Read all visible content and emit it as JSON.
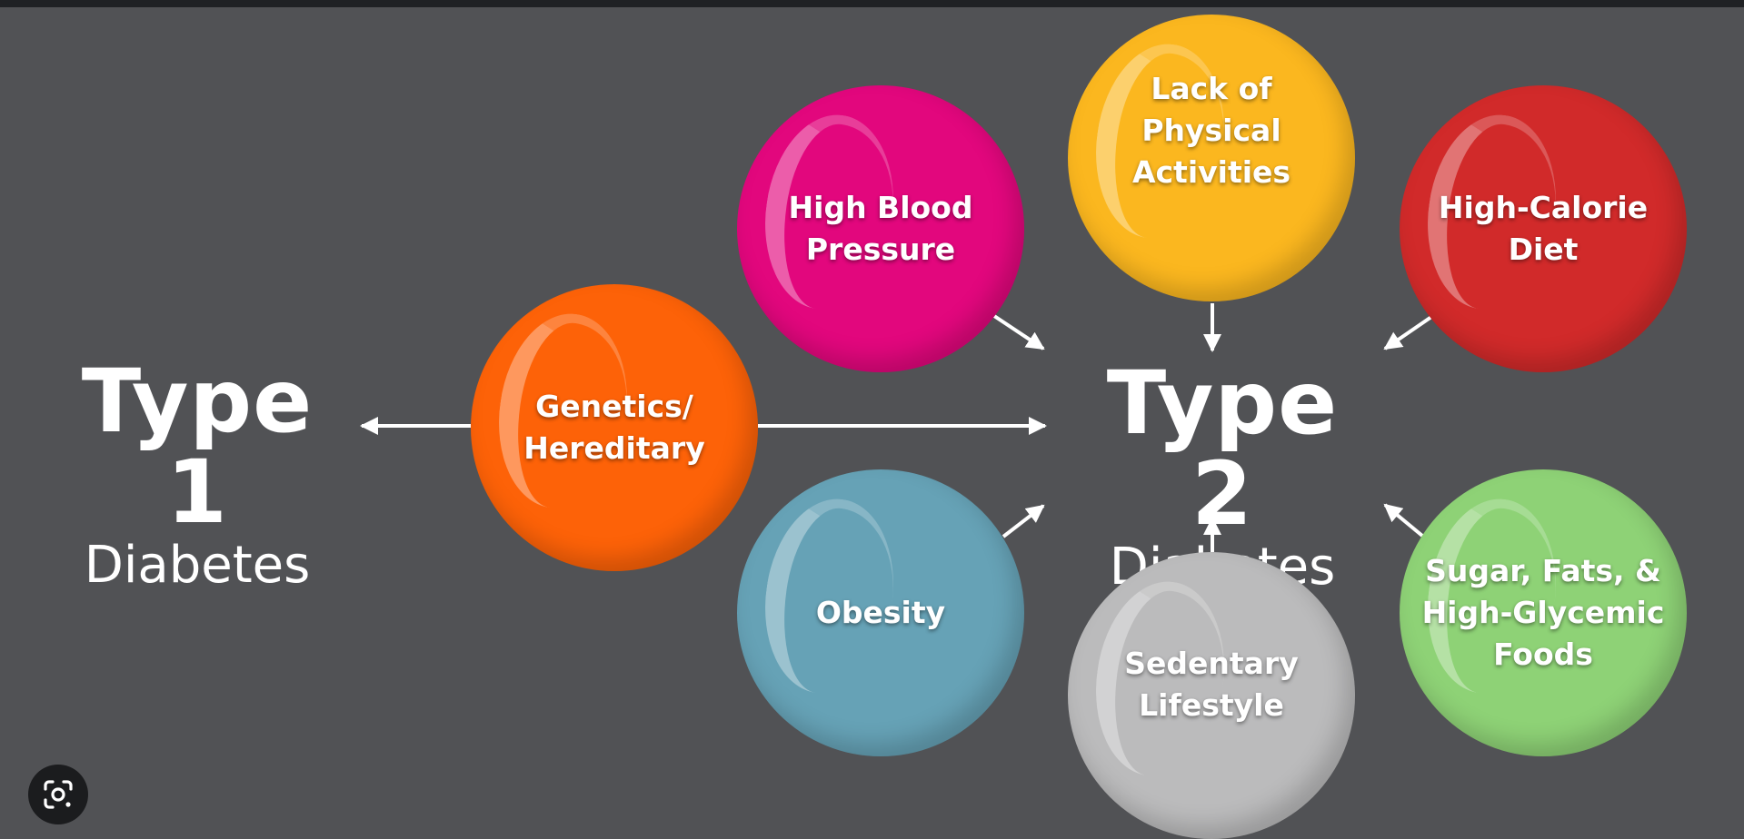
{
  "type1": {
    "main": "Type 1",
    "sub": "Diabetes"
  },
  "type2": {
    "main": "Type 2",
    "sub": "Diabetes"
  },
  "factors": {
    "genetics": {
      "label": "Genetics/\nHereditary",
      "color": "#fd6208"
    },
    "high_blood_pressure": {
      "label": "High Blood\nPressure",
      "color": "#e2077d"
    },
    "lack_physical": {
      "label": "Lack of\nPhysical\nActivities",
      "color": "#fbb71f"
    },
    "high_calorie": {
      "label": "High-Calorie\nDiet",
      "color": "#d12a2a"
    },
    "obesity": {
      "label": "Obesity",
      "color": "#66a2b6"
    },
    "sedentary": {
      "label": "Sedentary\nLifestyle",
      "color": "#bbbbbc"
    },
    "sugar_fats": {
      "label": "Sugar, Fats, &\nHigh-Glycemic\nFoods",
      "color": "#8ed276"
    }
  },
  "arrow_color": "#ffffff",
  "background_color": "#515255",
  "icons": {
    "lens": "google-lens-icon"
  }
}
